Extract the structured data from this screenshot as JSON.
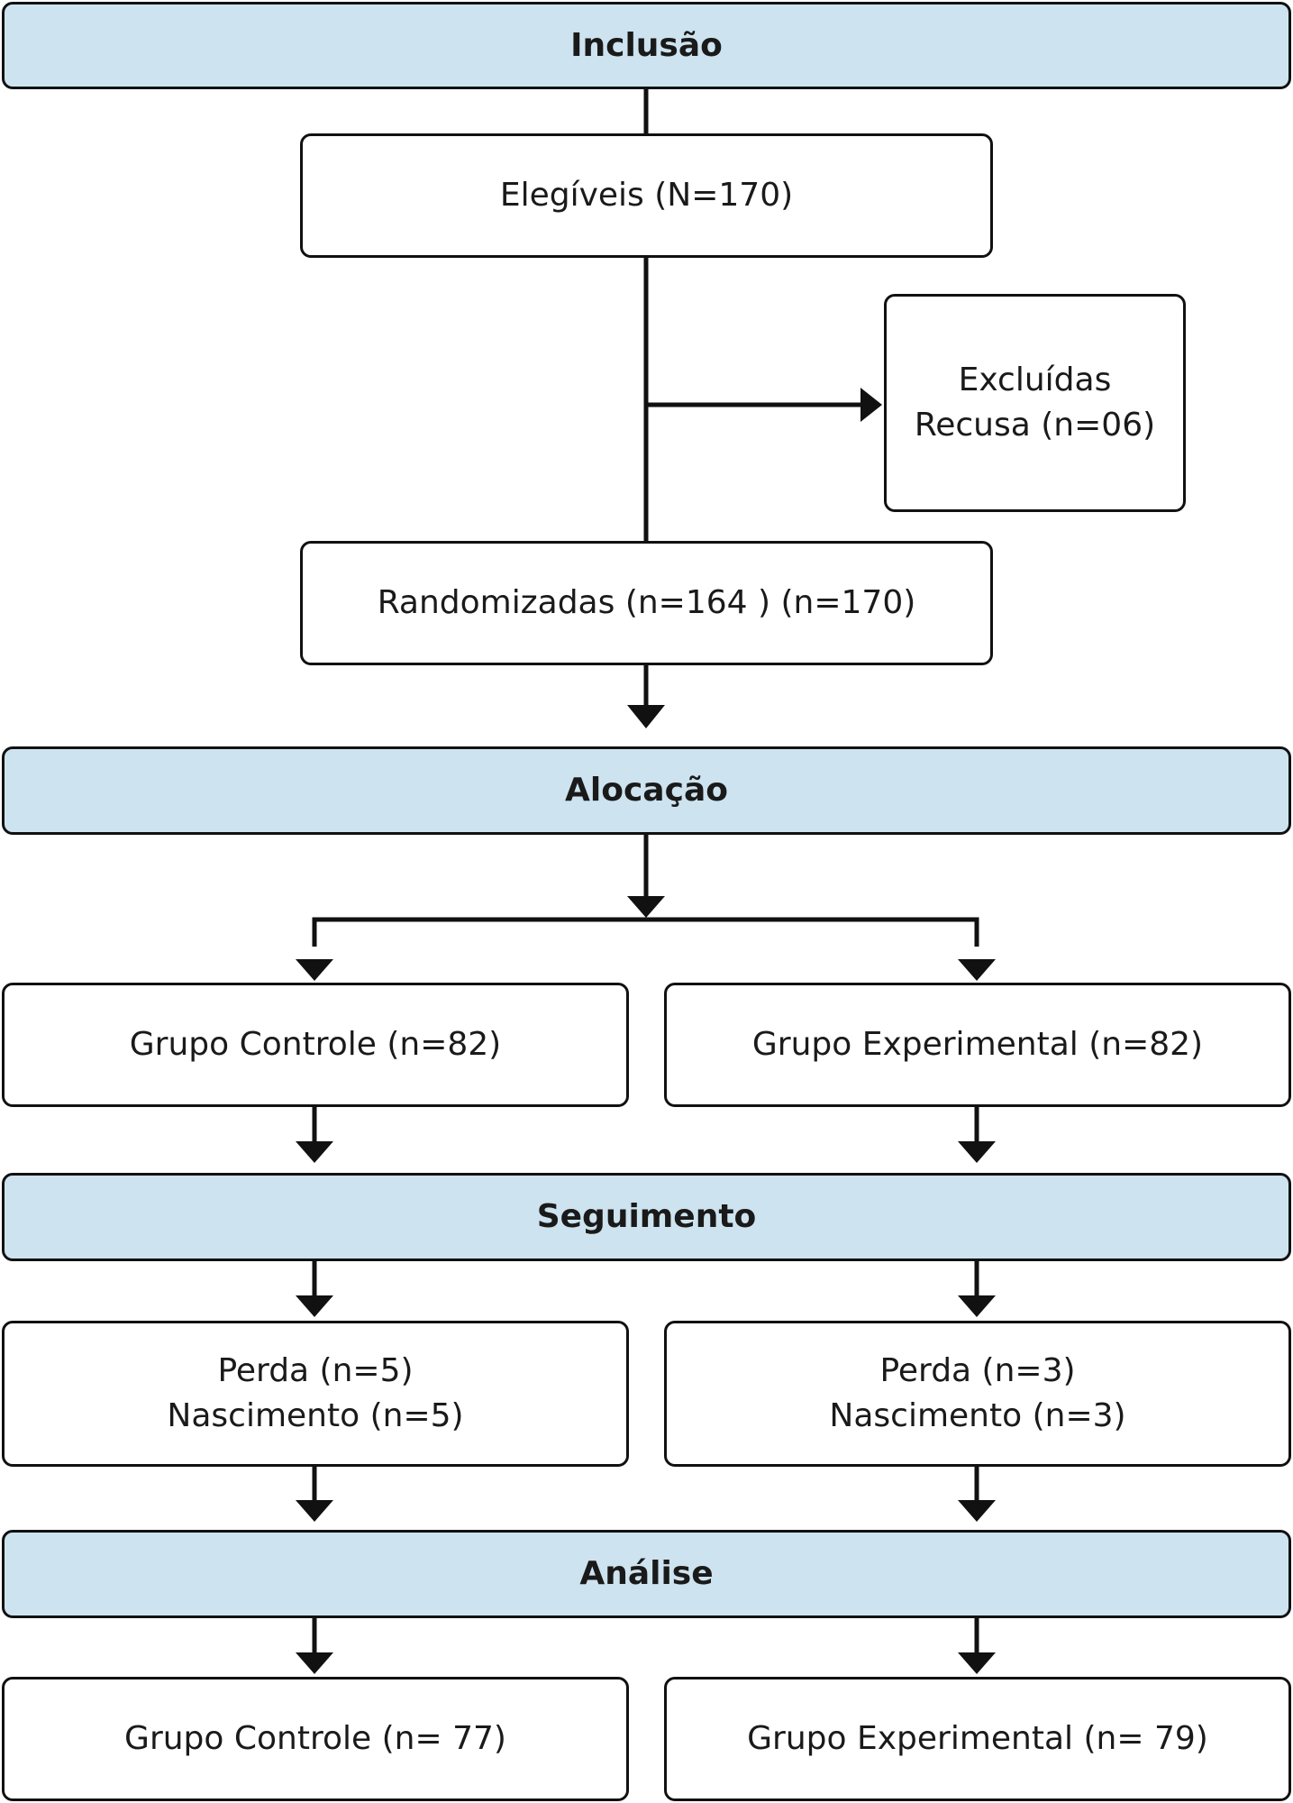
{
  "colors": {
    "header_fill": "#cde3ef",
    "box_fill": "#ffffff",
    "stroke": "#111111"
  },
  "stages": {
    "inclusion": "Inclusão",
    "allocation": "Alocação",
    "followup": "Seguimento",
    "analysis": "Análise"
  },
  "eligible": "Elegíveis (N=170)",
  "excluded": {
    "title": "Excluídas",
    "reason": "Recusa (n=06)"
  },
  "randomized": "Randomizadas (n=164 ) (n=170)",
  "allocation": {
    "control": "Grupo Controle (n=82)",
    "experimental": "Grupo Experimental (n=82)"
  },
  "followup": {
    "control": {
      "loss": "Perda (n=5)",
      "birth": "Nascimento (n=5)"
    },
    "experimental": {
      "loss": "Perda (n=3)",
      "birth": "Nascimento (n=3)"
    }
  },
  "analysis": {
    "control": "Grupo Controle (n= 77)",
    "experimental": "Grupo Experimental (n= 79)"
  }
}
